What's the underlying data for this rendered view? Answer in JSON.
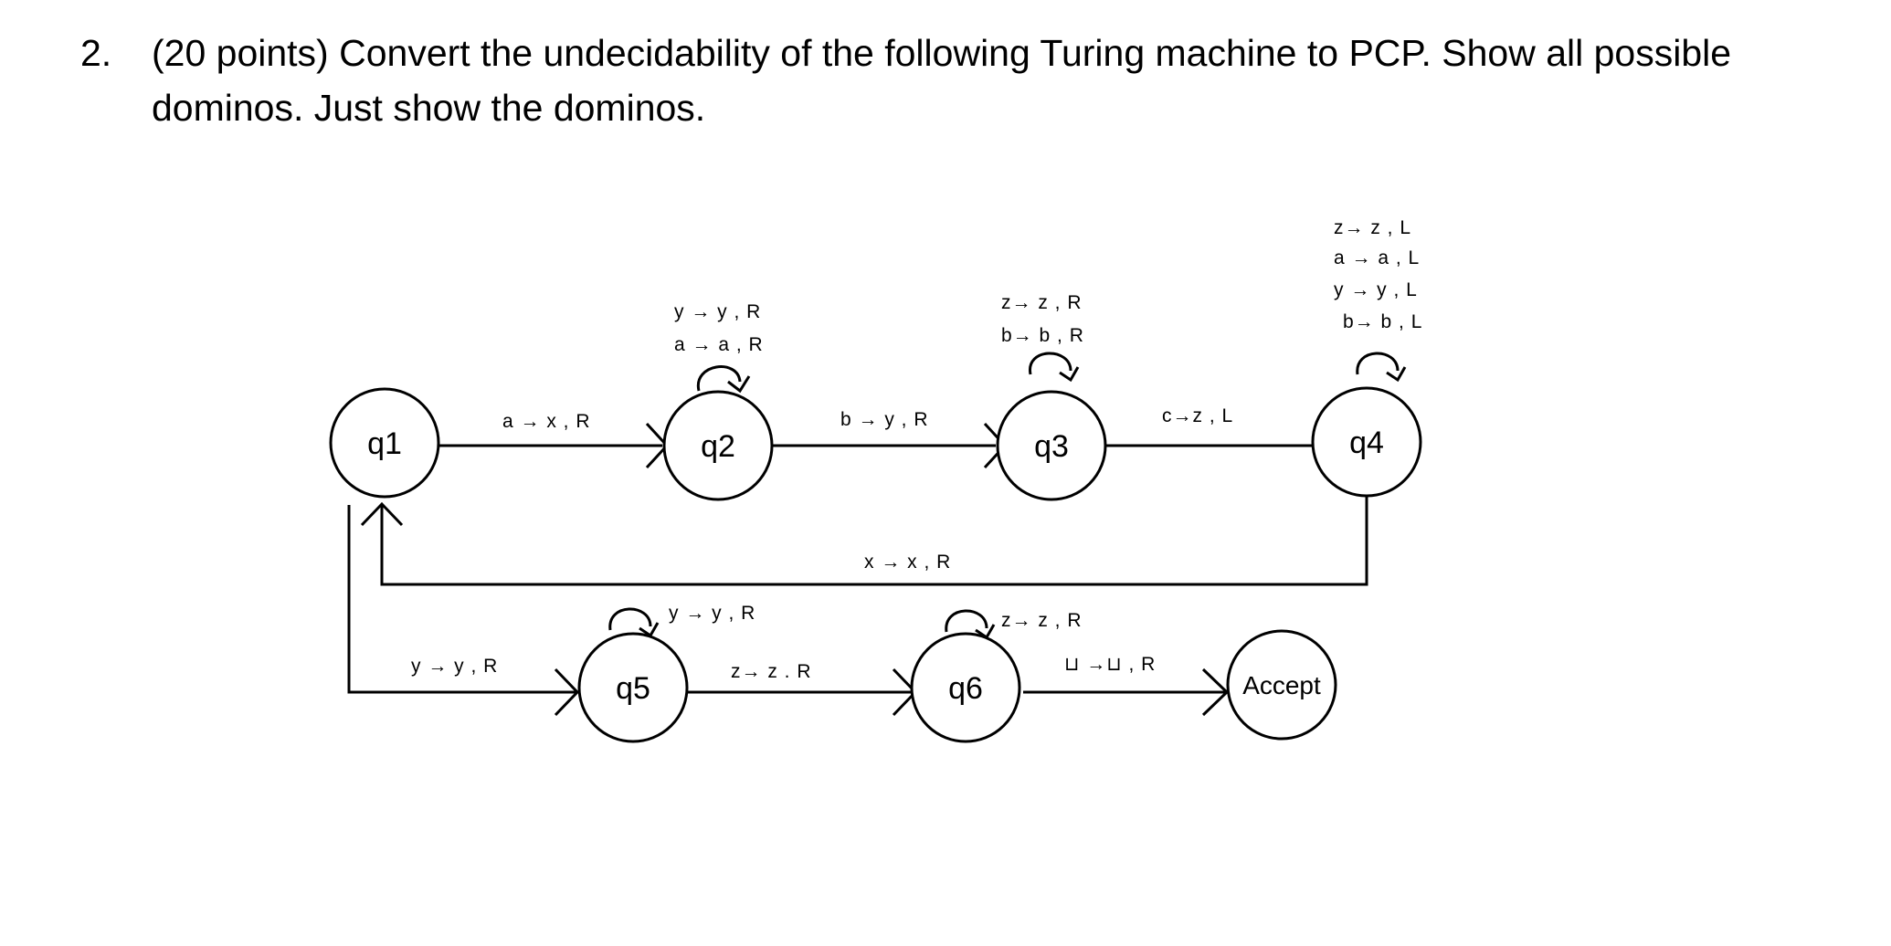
{
  "question": {
    "number": "2.",
    "text": "(20 points) Convert the undecidability of the following Turing machine to PCP. Show all possible dominos. Just show the dominos."
  },
  "states": {
    "q1": "q1",
    "q2": "q2",
    "q3": "q3",
    "q4": "q4",
    "q5": "q5",
    "q6": "q6",
    "accept": "Accept"
  },
  "transitions": {
    "q1_q2": "a → x , R",
    "q2_loop": [
      "y → y , R",
      "a → a , R"
    ],
    "q2_q3": "b → y , R",
    "q3_loop": [
      "z→ z , R",
      "b→ b , R"
    ],
    "q3_q4": "c→z , L",
    "q4_loop": [
      "z→ z , L",
      "a → a , L",
      "y → y , L",
      "b→ b , L"
    ],
    "q4_q1": "x → x , R",
    "q1_q5": "y → y , R",
    "q5_loop": "y → y , R",
    "q5_q6": "z→ z . R",
    "q6_loop": "z→ z , R",
    "q6_accept": "⊔ →⊔ , R"
  }
}
